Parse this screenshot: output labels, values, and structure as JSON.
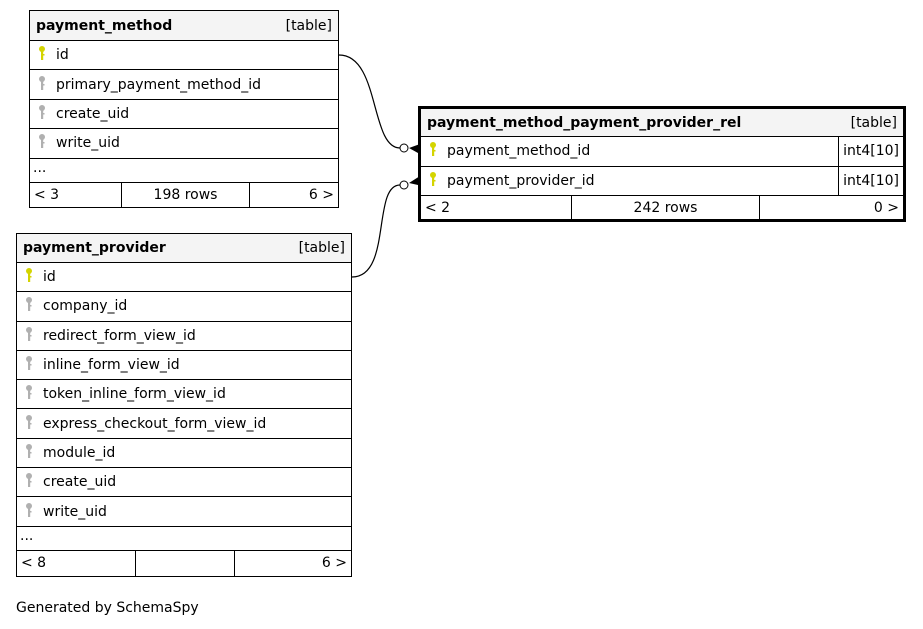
{
  "tables": [
    {
      "name": "payment_method",
      "kind": "[table]",
      "columns": [
        {
          "name": "id",
          "pk": true
        },
        {
          "name": "primary_payment_method_id",
          "pk": false
        },
        {
          "name": "create_uid",
          "pk": false
        },
        {
          "name": "write_uid",
          "pk": false
        }
      ],
      "more": "...",
      "parents": "< 3",
      "rows": "198 rows",
      "children": "6 >"
    },
    {
      "name": "payment_provider",
      "kind": "[table]",
      "columns": [
        {
          "name": "id",
          "pk": true
        },
        {
          "name": "company_id",
          "pk": false
        },
        {
          "name": "redirect_form_view_id",
          "pk": false
        },
        {
          "name": "inline_form_view_id",
          "pk": false
        },
        {
          "name": "token_inline_form_view_id",
          "pk": false
        },
        {
          "name": "express_checkout_form_view_id",
          "pk": false
        },
        {
          "name": "module_id",
          "pk": false
        },
        {
          "name": "create_uid",
          "pk": false
        },
        {
          "name": "write_uid",
          "pk": false
        }
      ],
      "more": "...",
      "parents": "< 8",
      "rows": "",
      "children": "6 >"
    },
    {
      "name": "payment_method_payment_provider_rel",
      "kind": "[table]",
      "focus": true,
      "columns": [
        {
          "name": "payment_method_id",
          "pk": true,
          "type": "int4[10]"
        },
        {
          "name": "payment_provider_id",
          "pk": true,
          "type": "int4[10]"
        }
      ],
      "parents": "< 2",
      "rows": "242 rows",
      "children": "0 >"
    }
  ],
  "footer": "Generated by SchemaSpy",
  "colors": {
    "pk_key": "#d4d400",
    "fk_key": "#b0b0b0",
    "header_bg": "#f4f4f4"
  }
}
